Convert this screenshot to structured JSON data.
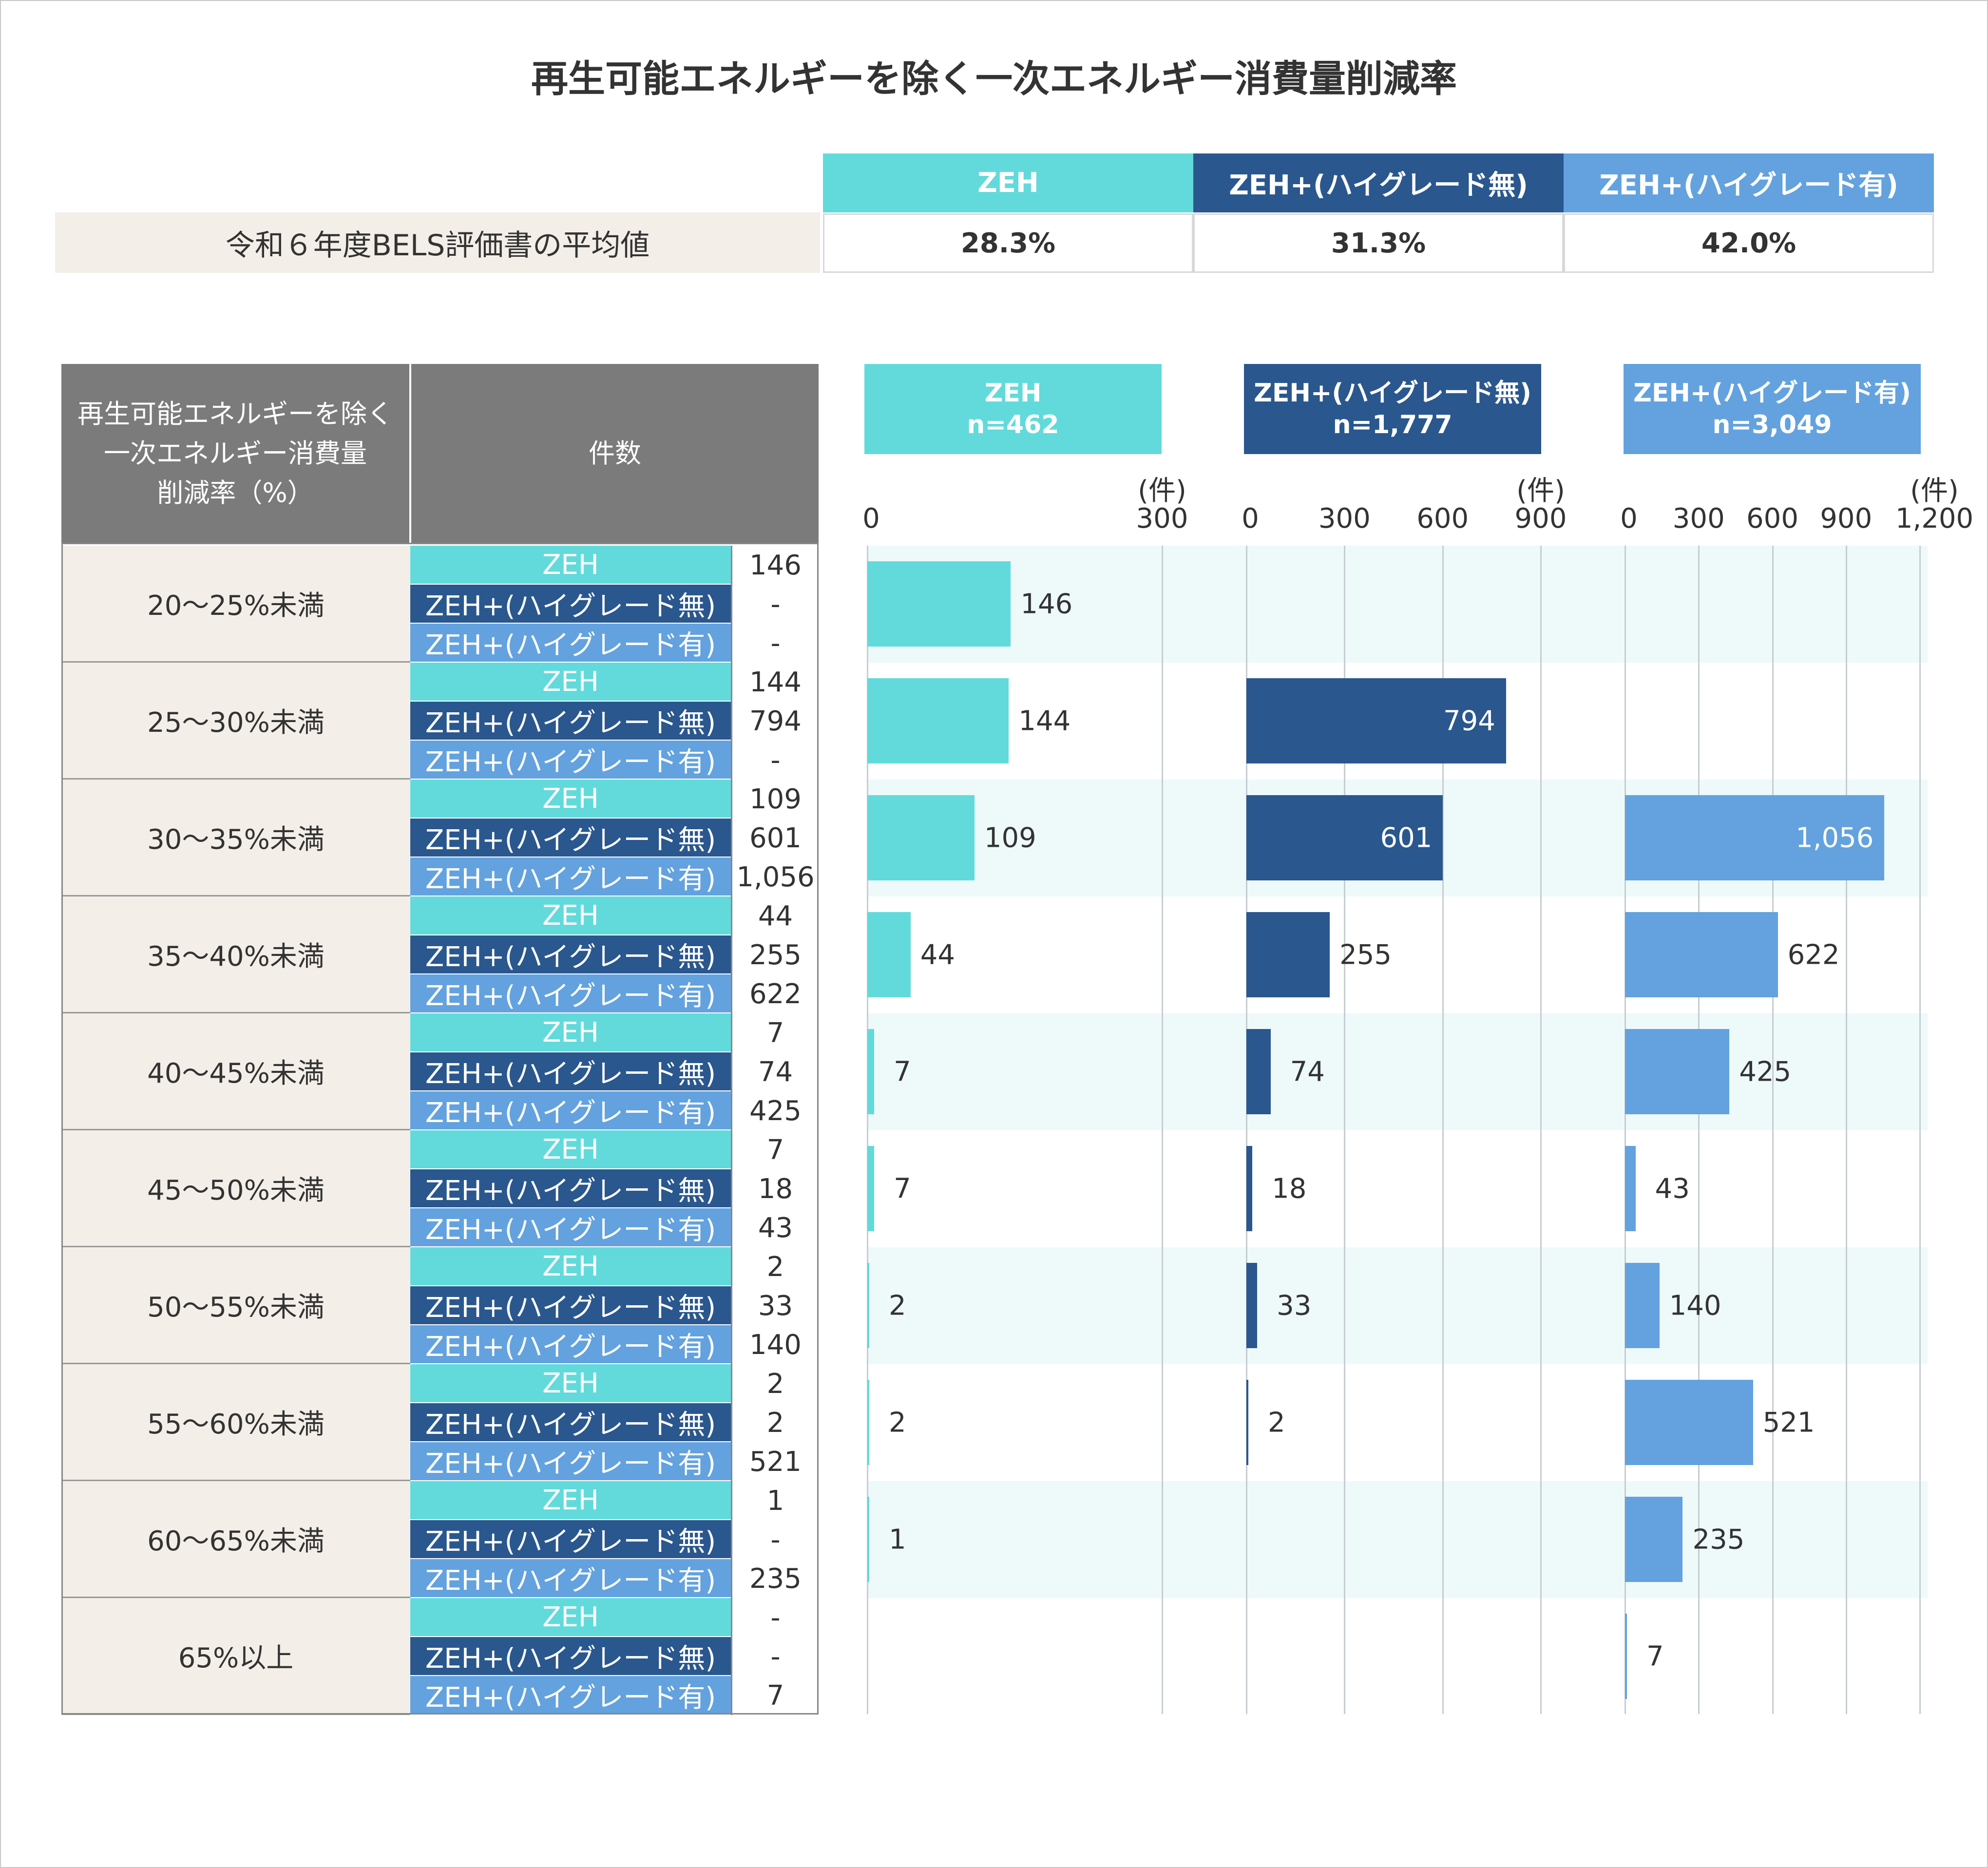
{
  "title": "再生可能エネルギーを除く一次エネルギー消費量削減率",
  "colors": {
    "zeh": "#62dadb",
    "zeh_plus_no_hg": "#2a578e",
    "zeh_plus_hg": "#63a2de"
  },
  "summary": {
    "row_label": "令和６年度BELS評価書の平均値",
    "headers": [
      "ZEH",
      "ZEH+(ハイグレード無)",
      "ZEH+(ハイグレード有)"
    ],
    "values": [
      "28.3%",
      "31.3%",
      "42.0%"
    ]
  },
  "table": {
    "header_rate_lines": [
      "再生可能エネルギーを除く",
      "一次エネルギー消費量",
      "削減率（%）"
    ],
    "header_count": "件数",
    "subcategories": [
      "ZEH",
      "ZEH+(ハイグレード無)",
      "ZEH+(ハイグレード有)"
    ]
  },
  "chart_data": {
    "type": "bar",
    "orientation": "horizontal",
    "categories": [
      "20〜25%未満",
      "25〜30%未満",
      "30〜35%未満",
      "35〜40%未満",
      "40〜45%未満",
      "45〜50%未満",
      "50〜55%未満",
      "55〜60%未満",
      "60〜65%未満",
      "65%以上"
    ],
    "unit": "(件)",
    "series": [
      {
        "name": "ZEH",
        "n_label": "n=462",
        "color": "#62dadb",
        "values": [
          146,
          144,
          109,
          44,
          7,
          7,
          2,
          2,
          1,
          null
        ],
        "display": [
          "146",
          "144",
          "109",
          "44",
          "7",
          "7",
          "2",
          "2",
          "1",
          "-"
        ],
        "xlim": [
          0,
          300
        ],
        "ticks": [
          "0",
          "300"
        ]
      },
      {
        "name": "ZEH+(ハイグレード無)",
        "n_label": "n=1,777",
        "color": "#2a578e",
        "values": [
          null,
          794,
          601,
          255,
          74,
          18,
          33,
          2,
          null,
          null
        ],
        "display": [
          "-",
          "794",
          "601",
          "255",
          "74",
          "18",
          "33",
          "2",
          "-",
          "-"
        ],
        "xlim": [
          0,
          900
        ],
        "ticks": [
          "0",
          "300",
          "600",
          "900"
        ]
      },
      {
        "name": "ZEH+(ハイグレード有)",
        "n_label": "n=3,049",
        "color": "#63a2de",
        "values": [
          null,
          null,
          1056,
          622,
          425,
          43,
          140,
          521,
          235,
          7
        ],
        "display": [
          "-",
          "-",
          "1,056",
          "622",
          "425",
          "43",
          "140",
          "521",
          "235",
          "7"
        ],
        "xlim": [
          0,
          1200
        ],
        "ticks": [
          "0",
          "300",
          "600",
          "900",
          "1,200"
        ]
      }
    ]
  }
}
